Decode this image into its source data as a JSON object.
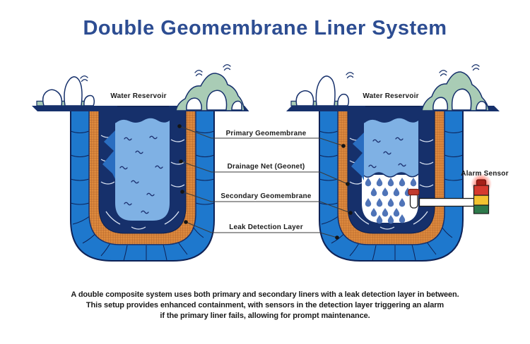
{
  "title": "Double Geomembrane Liner System",
  "left_reservoir": {
    "label": "Water Reservoir"
  },
  "right_reservoir": {
    "label": "Water Reservoir"
  },
  "alarm_sensor_label": "Alarm Sensor",
  "layer_labels": {
    "primary": "Primary Geomembrane",
    "drainage": "Drainage Net (Geonet)",
    "secondary": "Secondary Geomembrane",
    "leak": "Leak Detection Layer"
  },
  "caption": {
    "lines": [
      "A double composite system uses both primary and secondary liners with a leak detection layer in between.",
      "This setup provides enhanced containment, with sensors in the detection layer triggering an alarm",
      "if the primary liner fails, allowing for prompt maintenance."
    ]
  },
  "colors": {
    "title_blue": "#2d4d92",
    "liner_navy": "#16306b",
    "outer_blue": "#1e78cd",
    "geonet_orange": "#dd8a3e",
    "water_blue": "#7fb1e4",
    "droplet_blue": "#4f74b8",
    "vegetation_green": "#a9ccb5",
    "alarm_red": "#d63a2f",
    "alarm_yellow": "#f3c331",
    "alarm_green": "#2e7a4b"
  }
}
